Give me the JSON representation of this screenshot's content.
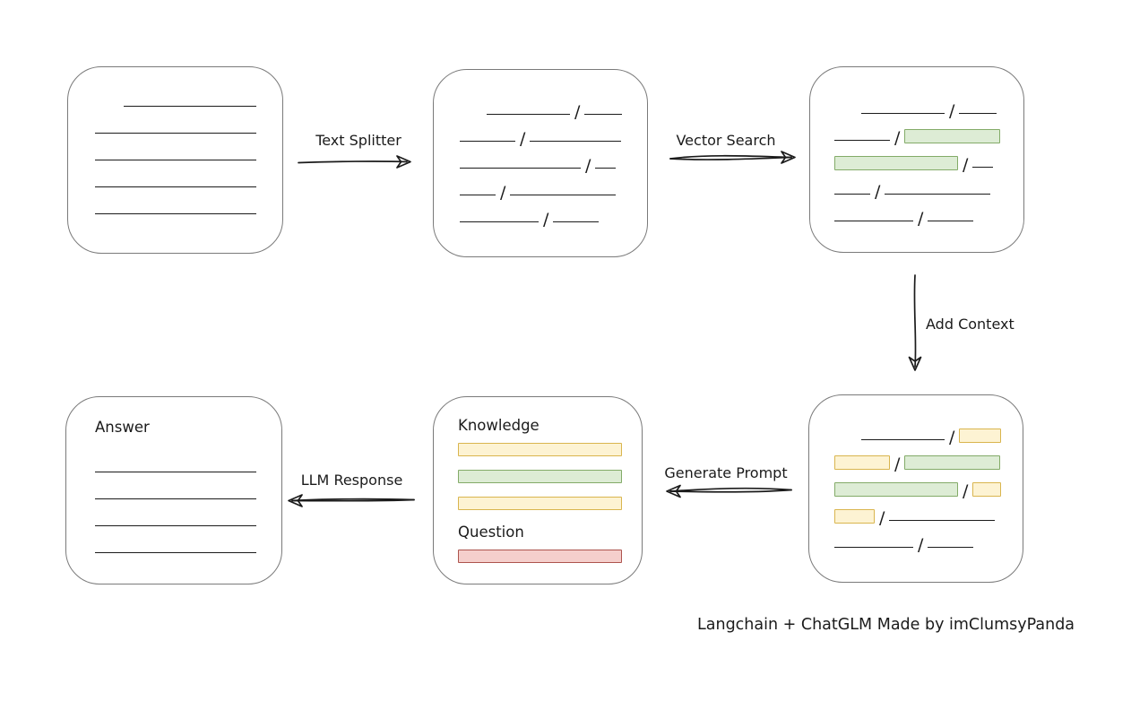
{
  "caption": "Langchain + ChatGLM Made by imClumsyPanda",
  "colors": {
    "ink": "#1b1b1b",
    "box_border": "#7a7a7a",
    "green_fill": "#ddecd5",
    "green_border": "#83ab68",
    "yellow_fill": "#fdf3d3",
    "yellow_border": "#d9b54e",
    "red_fill": "#f5cfcc",
    "red_border": "#ad544e"
  },
  "arrows": {
    "text_splitter": {
      "label": "Text Splitter",
      "direction": "right"
    },
    "vector_search": {
      "label": "Vector Search",
      "direction": "right"
    },
    "add_context": {
      "label": "Add Context",
      "direction": "down"
    },
    "generate_prompt": {
      "label": "Generate Prompt",
      "direction": "left"
    },
    "llm_response": {
      "label": "LLM Response",
      "direction": "left"
    }
  },
  "nodes": {
    "document": {
      "rows": [
        [
          {
            "t": "gap",
            "w": 32
          },
          {
            "t": "line",
            "w": 148
          }
        ],
        [
          {
            "t": "line",
            "w": 180
          }
        ],
        [
          {
            "t": "line",
            "w": 180
          }
        ],
        [
          {
            "t": "line",
            "w": 180
          }
        ],
        [
          {
            "t": "line",
            "w": 180
          }
        ]
      ]
    },
    "chunks": {
      "rows": [
        [
          {
            "t": "gap",
            "w": 30
          },
          {
            "t": "line",
            "w": 93
          },
          {
            "t": "slash"
          },
          {
            "t": "line",
            "w": 42
          }
        ],
        [
          {
            "t": "line",
            "w": 62
          },
          {
            "t": "slash"
          },
          {
            "t": "line",
            "w": 102
          }
        ],
        [
          {
            "t": "line",
            "w": 135
          },
          {
            "t": "slash"
          },
          {
            "t": "line",
            "w": 23
          }
        ],
        [
          {
            "t": "line",
            "w": 40
          },
          {
            "t": "slash"
          },
          {
            "t": "line",
            "w": 118
          }
        ],
        [
          {
            "t": "line",
            "w": 88
          },
          {
            "t": "slash"
          },
          {
            "t": "line",
            "w": 51
          }
        ]
      ]
    },
    "matched": {
      "rows": [
        [
          {
            "t": "gap",
            "w": 30
          },
          {
            "t": "line",
            "w": 93
          },
          {
            "t": "slash"
          },
          {
            "t": "line",
            "w": 42
          }
        ],
        [
          {
            "t": "line",
            "w": 62
          },
          {
            "t": "slash"
          },
          {
            "t": "green",
            "w": 107
          }
        ],
        [
          {
            "t": "green",
            "w": 138
          },
          {
            "t": "slash"
          },
          {
            "t": "line",
            "w": 23
          }
        ],
        [
          {
            "t": "line",
            "w": 40
          },
          {
            "t": "slash"
          },
          {
            "t": "line",
            "w": 118
          }
        ],
        [
          {
            "t": "line",
            "w": 88
          },
          {
            "t": "slash"
          },
          {
            "t": "line",
            "w": 51
          }
        ]
      ]
    },
    "context": {
      "rows": [
        [
          {
            "t": "gap",
            "w": 30
          },
          {
            "t": "line",
            "w": 93
          },
          {
            "t": "slash"
          },
          {
            "t": "yellow",
            "w": 47
          }
        ],
        [
          {
            "t": "yellow",
            "w": 62
          },
          {
            "t": "slash"
          },
          {
            "t": "green",
            "w": 107
          }
        ],
        [
          {
            "t": "green",
            "w": 138
          },
          {
            "t": "slash"
          },
          {
            "t": "yellow",
            "w": 32
          }
        ],
        [
          {
            "t": "yellow",
            "w": 45
          },
          {
            "t": "slash"
          },
          {
            "t": "line",
            "w": 118
          }
        ],
        [
          {
            "t": "line",
            "w": 88
          },
          {
            "t": "slash"
          },
          {
            "t": "line",
            "w": 51
          }
        ]
      ]
    },
    "prompt": {
      "knowledge_label": "Knowledge",
      "question_label": "Question",
      "knowledge_bars": [
        "yellow",
        "green",
        "yellow"
      ],
      "question_bars": [
        "red"
      ]
    },
    "answer": {
      "label": "Answer",
      "rows": [
        [
          {
            "t": "line",
            "w": 180
          }
        ],
        [
          {
            "t": "line",
            "w": 180
          }
        ],
        [
          {
            "t": "line",
            "w": 180
          }
        ],
        [
          {
            "t": "line",
            "w": 180
          }
        ]
      ]
    }
  }
}
